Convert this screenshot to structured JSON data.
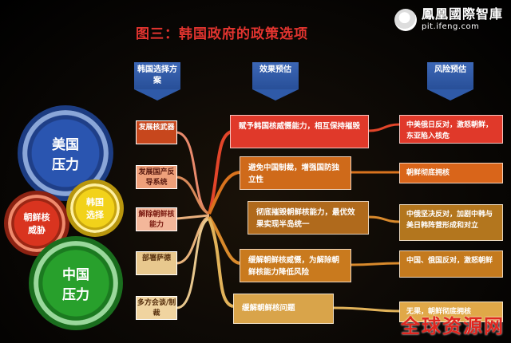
{
  "title": "图三：韩国政府的政策选项",
  "logo": {
    "name": "鳳凰國際智庫",
    "url": "pit.ifeng.com"
  },
  "headers": {
    "options": "韩国选择方案",
    "effects": "效果预估",
    "risks": "风险预估"
  },
  "gears": {
    "us": "美国压力",
    "nk": "朝鲜核威胁",
    "kr": "韩国选择",
    "cn": "中国压力"
  },
  "options": [
    "发展核武器",
    "发展国产反导系统",
    "解除朝鲜核能力",
    "部署萨德",
    "多方会谈/制裁"
  ],
  "effects": [
    "赋予韩国核威慑能力，相互保持摧毁",
    "避免中国制裁，增强国防独立性",
    "彻底摧毁朝鲜核能力，最优效果实现半岛统一",
    "缓解朝鲜核威慑，为解除朝鲜核能力降低风险",
    "缓解朝鲜核问题"
  ],
  "risks": [
    "中美俄日反对，激怒朝鲜，东亚陷入核危",
    "朝鲜彻底拥核",
    "中俄坚决反对，加剧中韩与美日韩阵营形成和对立",
    "中国、俄国反对，激怒朝鲜",
    "无果，朝鲜彻底拥核"
  ],
  "watermark": "全球资源网",
  "colors": {
    "title": "#e3342f",
    "header": "#2f5aa8",
    "gear_blue": "#2a55b0",
    "gear_red": "#d9341f",
    "gear_yellow": "#f2d21a",
    "gear_green": "#28a02c"
  }
}
